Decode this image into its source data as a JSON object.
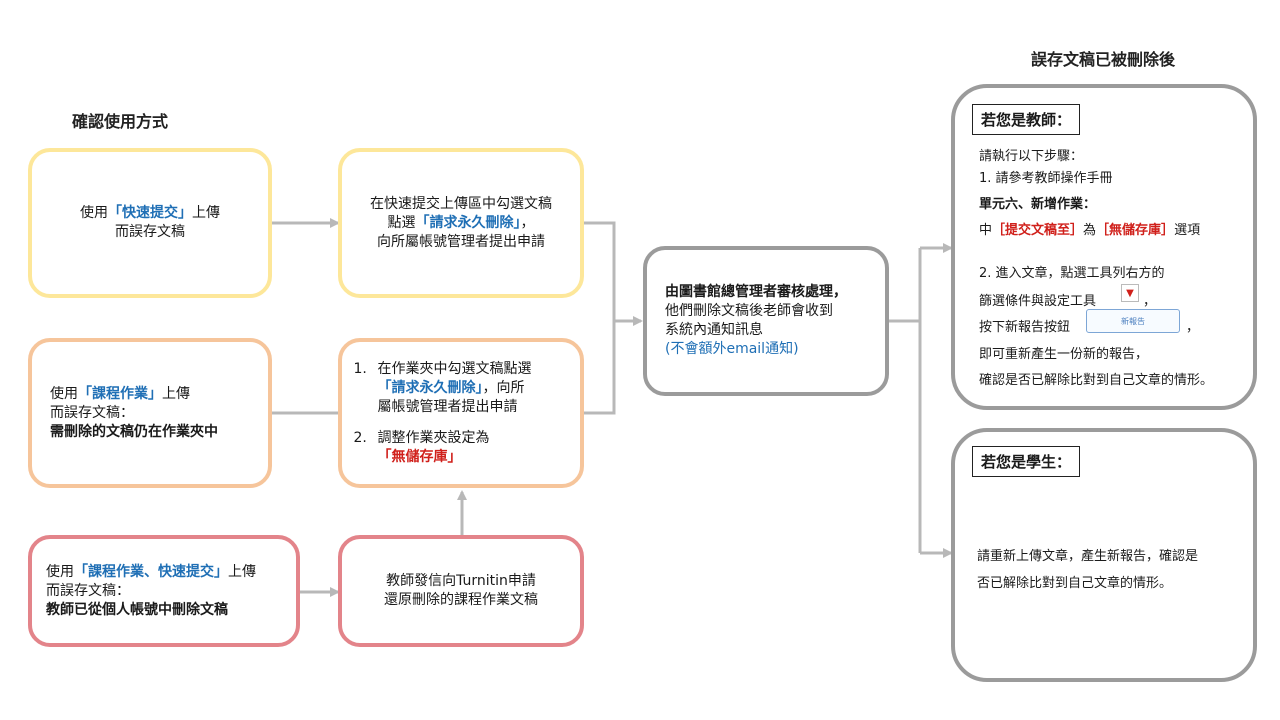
{
  "headings": {
    "left": "確認使用方式",
    "right": "誤存文稿已被刪除後"
  },
  "row1": {
    "cause": {
      "pre": "使用",
      "highlight": "「快速提交」",
      "post": "上傳",
      "line2": "而誤存文稿"
    },
    "action": {
      "line1": "在快速提交上傳區中勾選文稿",
      "line2_pre": "點選",
      "line2_highlight": "「請求永久刪除」",
      "line2_post": "，",
      "line3": "向所屬帳號管理者提出申請"
    }
  },
  "row2": {
    "cause": {
      "pre": "使用",
      "highlight": "「課程作業」",
      "post": "上傳",
      "line2": "而誤存文稿：",
      "line3": "需刪除的文稿仍在作業夾中"
    },
    "action": {
      "item1_num": "1.",
      "item1_line1": "在作業夾中勾選文稿點選",
      "item1_highlight": "「請求永久刪除」",
      "item1_post": "，向所",
      "item1_line3": "屬帳號管理者提出申請",
      "item2_num": "2.",
      "item2_line1": "調整作業夾設定為",
      "item2_highlight": "「無儲存庫」"
    }
  },
  "row3": {
    "cause": {
      "pre": "使用",
      "highlight": "「課程作業、快速提交」",
      "post": "上傳",
      "line2": "而誤存文稿：",
      "line3": "教師已從個人帳號中刪除文稿"
    },
    "action": {
      "line1": "教師發信向Turnitin申請",
      "line2": "還原刪除的課程作業文稿"
    }
  },
  "center": {
    "line1": "由圖書館總管理者審核處理，",
    "line2": "他們刪除文稿後老師會收到",
    "line3": "系統內通知訊息",
    "line4": "(不會額外email通知)"
  },
  "teacher": {
    "tag": "若您是教師：",
    "intro": "請執行以下步驟：",
    "step1": "1. 請參考教師操作手冊",
    "step1_bold": "單元六、新增作業：",
    "step1_pre": "中",
    "step1_h1": "［提交文稿至］",
    "step1_mid": "為",
    "step1_h2": "［無儲存庫］",
    "step1_post": "選項",
    "step2_line1": "2. 進入文章，點選工具列右方的",
    "step2_line2": "篩選條件與設定工具",
    "step2_line2_post": "，",
    "step2_line3": "按下新報告按鈕",
    "step2_line3_post": "，",
    "new_report_button": "新報告",
    "step2_line4": "即可重新產生一份新的報告，",
    "step2_line5": "確認是否已解除比對到自己文章的情形。"
  },
  "student": {
    "tag": "若您是學生：",
    "line1": "請重新上傳文章，產生新報告，確認是",
    "line2": "否已解除比對到自己文章的情形。"
  },
  "colors": {
    "yellow_border": "#fde79a",
    "orange_border": "#f6c59b",
    "red_border": "#e3848a",
    "gray_border": "#9b9b9b",
    "blue_text": "#1f6fb5",
    "red_text": "#d0201b"
  },
  "icons": {
    "filter": "filter-dropdown-icon",
    "arrows": "arrow-right-icon"
  }
}
